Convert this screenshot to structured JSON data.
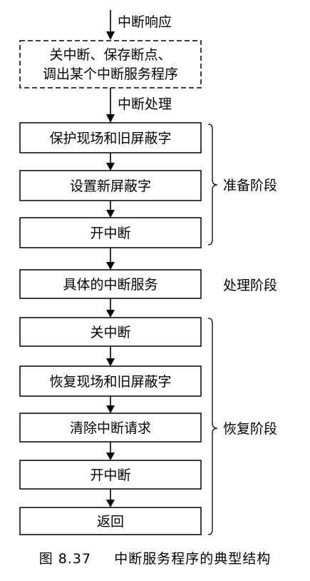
{
  "top_label": "中断响应",
  "dashed_box": {
    "line1": "关中断、保存断点、",
    "line2": "调出某个中断服务程序"
  },
  "mid_label": "中断处理",
  "steps": [
    "保护现场和旧屏蔽字",
    "设置新屏蔽字",
    "开中断",
    "具体的中断服务",
    "关中断",
    "恢复现场和旧屏蔽字",
    "清除中断请求",
    "开中断",
    "返回"
  ],
  "phases": {
    "prepare": "准备阶段",
    "process": "处理阶段",
    "restore": "恢复阶段"
  },
  "caption": {
    "number": "图 8.37",
    "title": "中断服务程序的典型结构"
  }
}
